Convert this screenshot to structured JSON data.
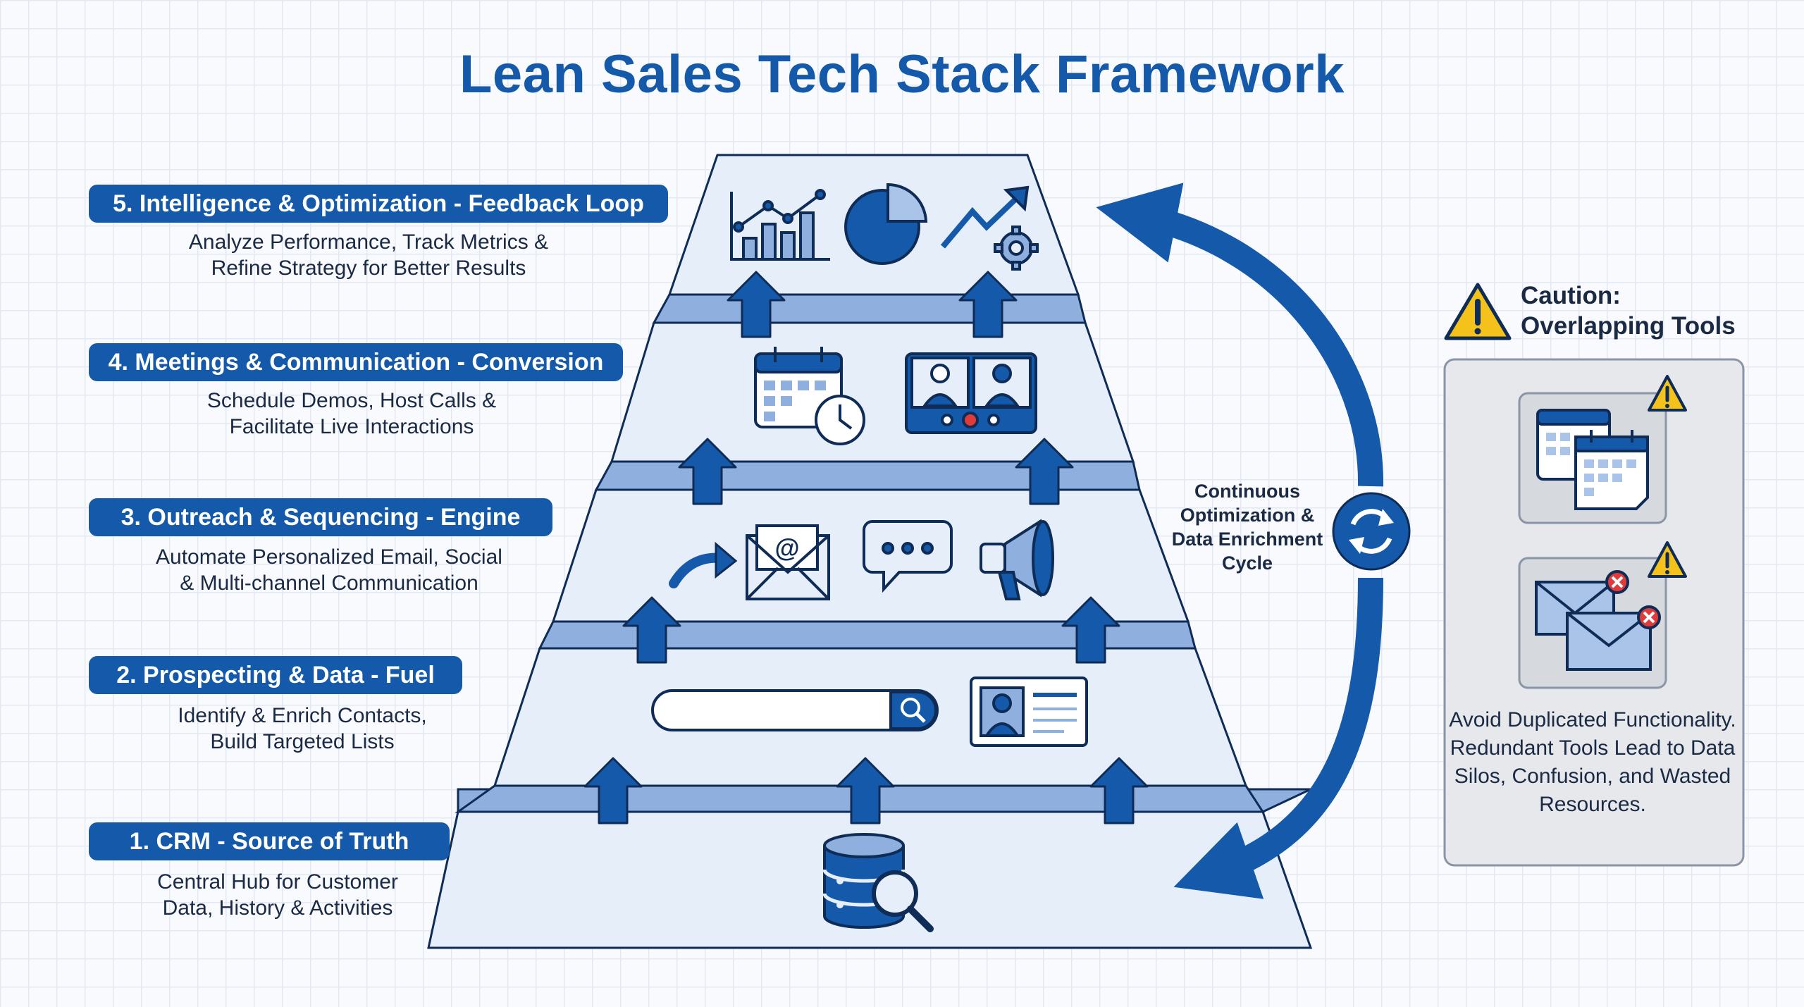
{
  "title": "Lean Sales Tech Stack Framework",
  "tiers": [
    {
      "label": "5. Intelligence & Optimization - Feedback Loop",
      "description": [
        "Analyze Performance, Track Metrics &",
        "Refine Strategy for Better Results"
      ],
      "icons": [
        "bar-chart-icon",
        "pie-chart-icon",
        "trend-up-gear-icon"
      ]
    },
    {
      "label": "4. Meetings & Communication - Conversion",
      "description": [
        "Schedule Demos, Host Calls &",
        "Facilitate Live Interactions"
      ],
      "icons": [
        "calendar-clock-icon",
        "video-call-icon"
      ]
    },
    {
      "label": "3. Outreach & Sequencing - Engine",
      "description": [
        "Automate Personalized Email, Social",
        "& Multi-channel Communication"
      ],
      "icons": [
        "send-arrow-icon",
        "email-at-icon",
        "chat-bubble-icon",
        "megaphone-icon"
      ]
    },
    {
      "label": "2. Prospecting & Data - Fuel",
      "description": [
        "Identify & Enrich Contacts,",
        "Build Targeted Lists"
      ],
      "icons": [
        "search-bar-icon",
        "contact-card-icon"
      ]
    },
    {
      "label": "1. CRM - Source of Truth",
      "description": [
        "Central Hub for Customer",
        "Data, History & Activities"
      ],
      "icons": [
        "database-search-icon"
      ]
    }
  ],
  "cycle": {
    "label": [
      "Continuous",
      "Optimization &",
      "Data Enrichment",
      "Cycle"
    ],
    "icon": "refresh-icon"
  },
  "caution": {
    "title": [
      "Caution:",
      "Overlapping Tools"
    ],
    "text": "Avoid Duplicated Functionality. Redundant Tools Lead to Data Silos, Confusion, and Wasted Resources.",
    "icons": [
      "warning-icon",
      "duplicate-calendar-icon",
      "duplicate-email-icon"
    ]
  },
  "colors": {
    "primary": "#1459aa",
    "tier_face": "#e6eef9",
    "tier_side": "#8fb0de",
    "outline": "#0f2c57",
    "warning": "#f5c21b",
    "error": "#e03b3b",
    "panel": "#e6e8ec"
  }
}
